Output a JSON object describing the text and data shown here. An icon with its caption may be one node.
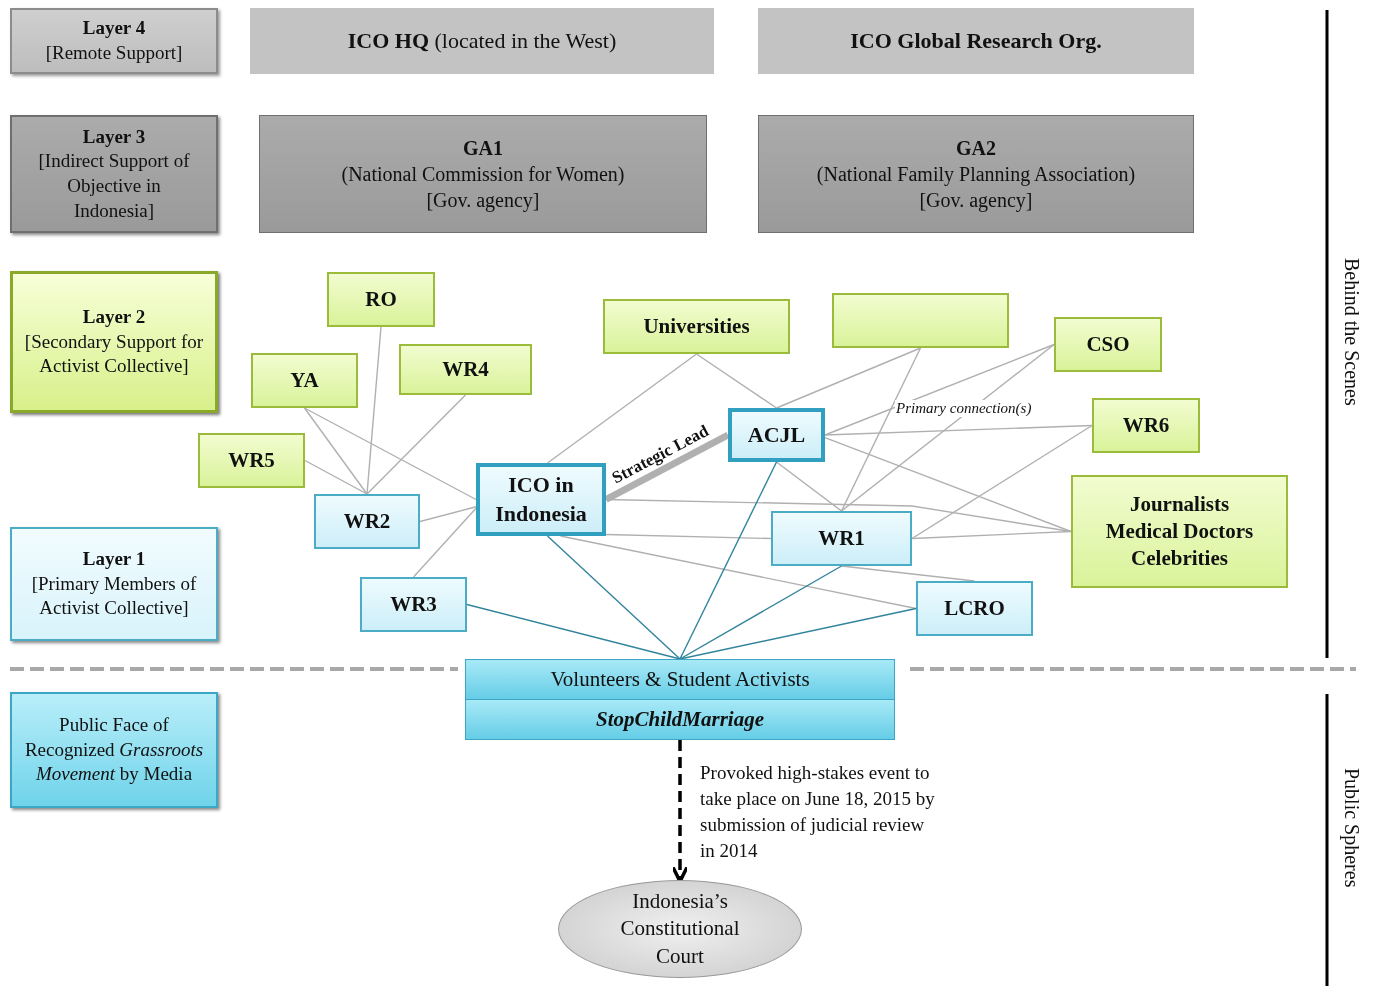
{
  "diagram": {
    "nodes": [
      {
        "text": [
          "Layer 4",
          "[Remote Support]"
        ]
      },
      {
        "text": [
          "**ICO HQ** (located in the West)"
        ]
      },
      {
        "text": [
          "ICO Global Research Org."
        ]
      },
      {
        "text": [
          "Layer 3",
          "[Indirect Support of Objective in Indonesia]"
        ]
      },
      {
        "text": [
          "GA1",
          "(National Commission for Women)",
          "[Gov. agency]"
        ]
      },
      {
        "text": [
          "GA2",
          "(National Family Planning Association)",
          "[Gov. agency]"
        ]
      },
      {
        "text": [
          "Layer 2",
          "[Secondary Support for Activist Collective]"
        ]
      },
      {
        "text": [
          "RO"
        ]
      },
      {
        "text": [
          "Universities"
        ]
      },
      {
        "text": [],
        "shape": "box"
      },
      {
        "text": [
          "CSO"
        ]
      },
      {
        "text": [
          "YA"
        ]
      },
      {
        "text": [
          "WR4"
        ]
      },
      {
        "text": [
          "WR6"
        ]
      },
      {
        "text": [
          "WR5"
        ]
      },
      {
        "text": [
          "ACJL"
        ]
      },
      {
        "text": [
          "ICO in Indonesia"
        ]
      },
      {
        "text": [
          "Journalists",
          "Medical Doctors",
          "Celebrities"
        ]
      },
      {
        "text": [
          "WR2"
        ]
      },
      {
        "text": [
          "WR1"
        ]
      },
      {
        "text": [
          "Layer 1",
          "[Primary Members of Activist Collective]"
        ]
      },
      {
        "text": [
          "WR3"
        ]
      },
      {
        "text": [
          "LCRO"
        ]
      },
      {
        "text": [
          "Volunteers & Student Activists",
          "StopChildMarriage"
        ]
      },
      {
        "text": [
          "Public Face of Recognized *Grassroots Movement* by Media"
        ]
      },
      {
        "text": [
          "Indonesia’s Constitutional Court"
        ]
      }
    ],
    "edges": [
      {
        "from": 7,
        "to": 18,
        "arrow": "none"
      },
      {
        "from": 11,
        "to": 18,
        "arrow": "none"
      },
      {
        "from": 11,
        "to": 16,
        "arrow": "none"
      },
      {
        "from": 14,
        "to": 18,
        "arrow": "none"
      },
      {
        "from": 12,
        "to": 18,
        "arrow": "none"
      },
      {
        "from": 18,
        "to": 16,
        "arrow": "none"
      },
      {
        "from": 21,
        "to": 16,
        "arrow": "none"
      },
      {
        "from": 8,
        "to": 16,
        "arrow": "none"
      },
      {
        "from": 8,
        "to": 15,
        "arrow": "none"
      },
      {
        "from": 9,
        "to": 15,
        "arrow": "none"
      },
      {
        "from": 9,
        "to": 19,
        "arrow": "none"
      },
      {
        "from": 10,
        "to": 15,
        "arrow": "none"
      },
      {
        "from": 10,
        "to": 19,
        "arrow": "none"
      },
      {
        "from": 13,
        "to": 15,
        "arrow": "none"
      },
      {
        "from": 13,
        "to": 19,
        "arrow": "none"
      },
      {
        "from": 15,
        "to": 19,
        "arrow": "none"
      },
      {
        "from": 15,
        "to": 17,
        "arrow": "none"
      },
      {
        "from": 16,
        "to": 17,
        "arrow": "none"
      },
      {
        "from": 16,
        "to": 19,
        "arrow": "none"
      },
      {
        "from": 16,
        "to": 22,
        "arrow": "none"
      },
      {
        "from": 19,
        "to": 22,
        "arrow": "none"
      },
      {
        "from": 19,
        "to": 17,
        "arrow": "none"
      },
      {
        "from": 16,
        "to": 15,
        "arrow": "none",
        "label": "Strategic Lead",
        "style": "thick"
      },
      {
        "from": 16,
        "to": 23,
        "arrow": "none",
        "color": "#31849b"
      },
      {
        "from": 21,
        "to": 23,
        "arrow": "none",
        "color": "#31849b"
      },
      {
        "from": 15,
        "to": 23,
        "arrow": "none",
        "color": "#31849b"
      },
      {
        "from": 19,
        "to": 23,
        "arrow": "none",
        "color": "#31849b"
      },
      {
        "from": 22,
        "to": 23,
        "arrow": "none",
        "color": "#31849b"
      },
      {
        "from": 23,
        "to": 25,
        "arrow": "to",
        "label": "Provoked high-stakes event to take place on June 18, 2015 by submission of judicial review in 2014",
        "style": "dashed",
        "color": "#000000"
      }
    ],
    "labels": [
      "Primary connection(s)",
      "Behind the Scenes",
      "Public Spheres"
    ]
  }
}
